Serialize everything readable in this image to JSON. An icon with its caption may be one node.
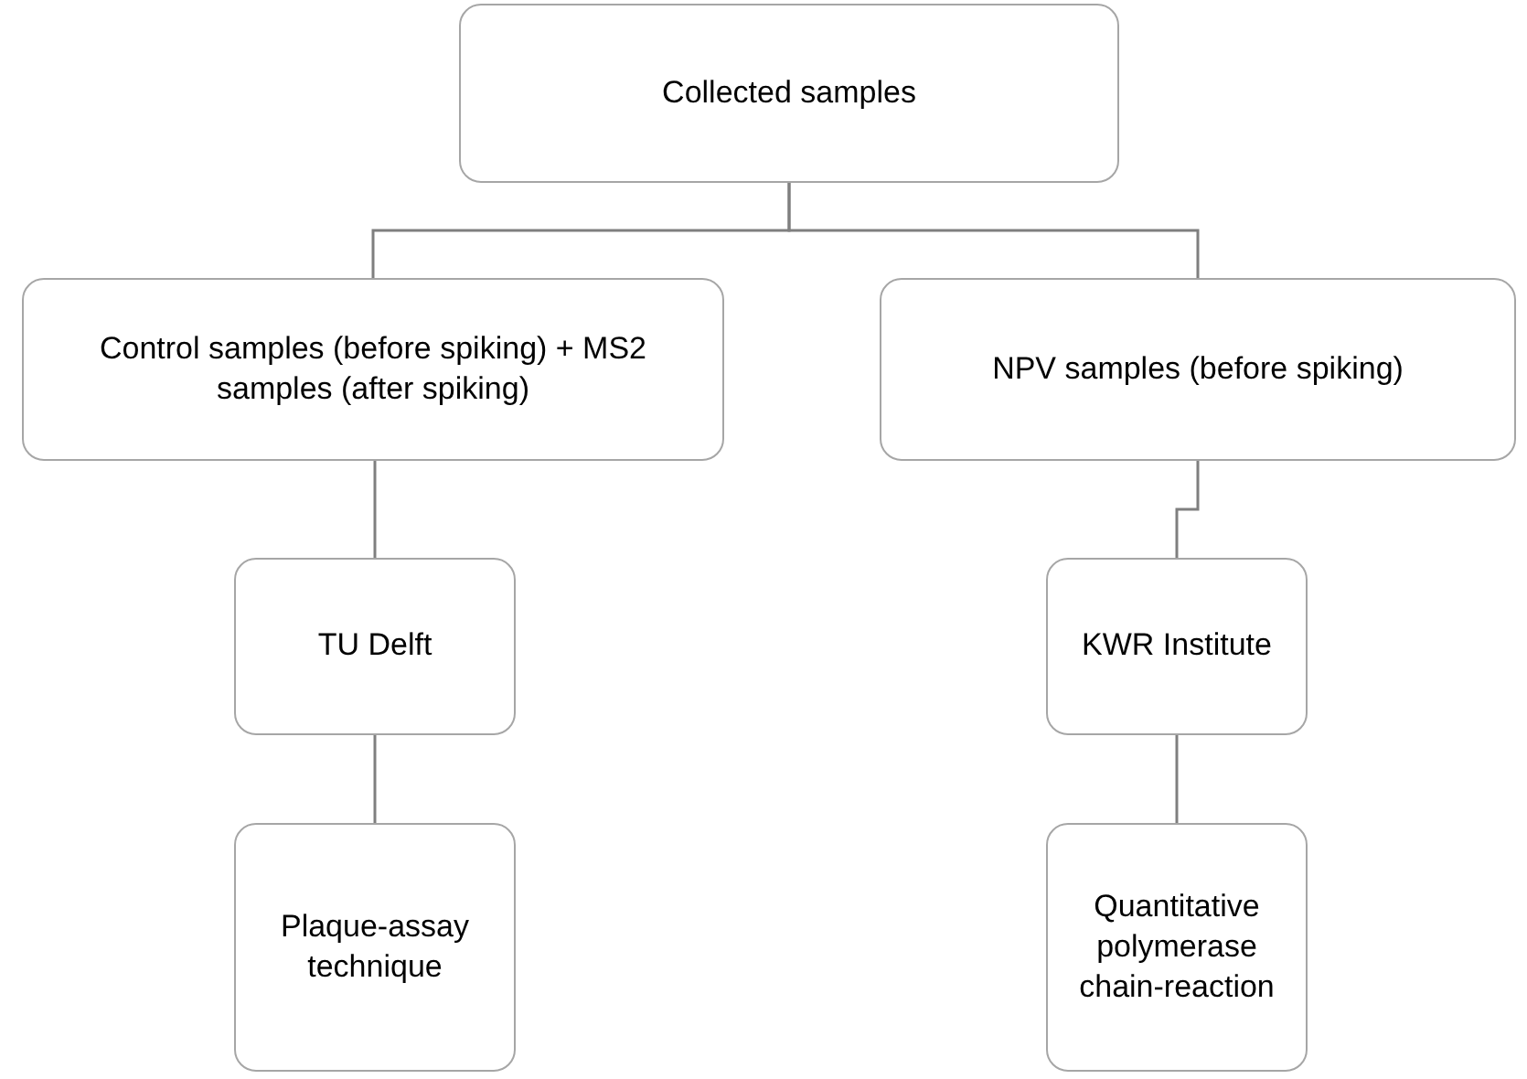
{
  "diagram": {
    "nodes": [
      {
        "text": [
          "Collected samples"
        ]
      },
      {
        "text": [
          "Control samples (before spiking) + MS2 samples (after spiking)"
        ]
      },
      {
        "text": [
          "NPV samples (before spiking)"
        ]
      },
      {
        "text": [
          "TU Delft"
        ]
      },
      {
        "text": [
          "KWR Institute"
        ]
      },
      {
        "text": [
          "Plaque-assay technique"
        ]
      },
      {
        "text": [
          "Quantitative polymerase chain-reaction"
        ]
      }
    ],
    "edges": [
      {
        "from": 0,
        "to": 1,
        "arrow": "none"
      },
      {
        "from": 0,
        "to": 2,
        "arrow": "none"
      },
      {
        "from": 1,
        "to": 3,
        "arrow": "none"
      },
      {
        "from": 3,
        "to": 5,
        "arrow": "none"
      },
      {
        "from": 2,
        "to": 4,
        "arrow": "none"
      },
      {
        "from": 4,
        "to": 6,
        "arrow": "none"
      }
    ]
  }
}
